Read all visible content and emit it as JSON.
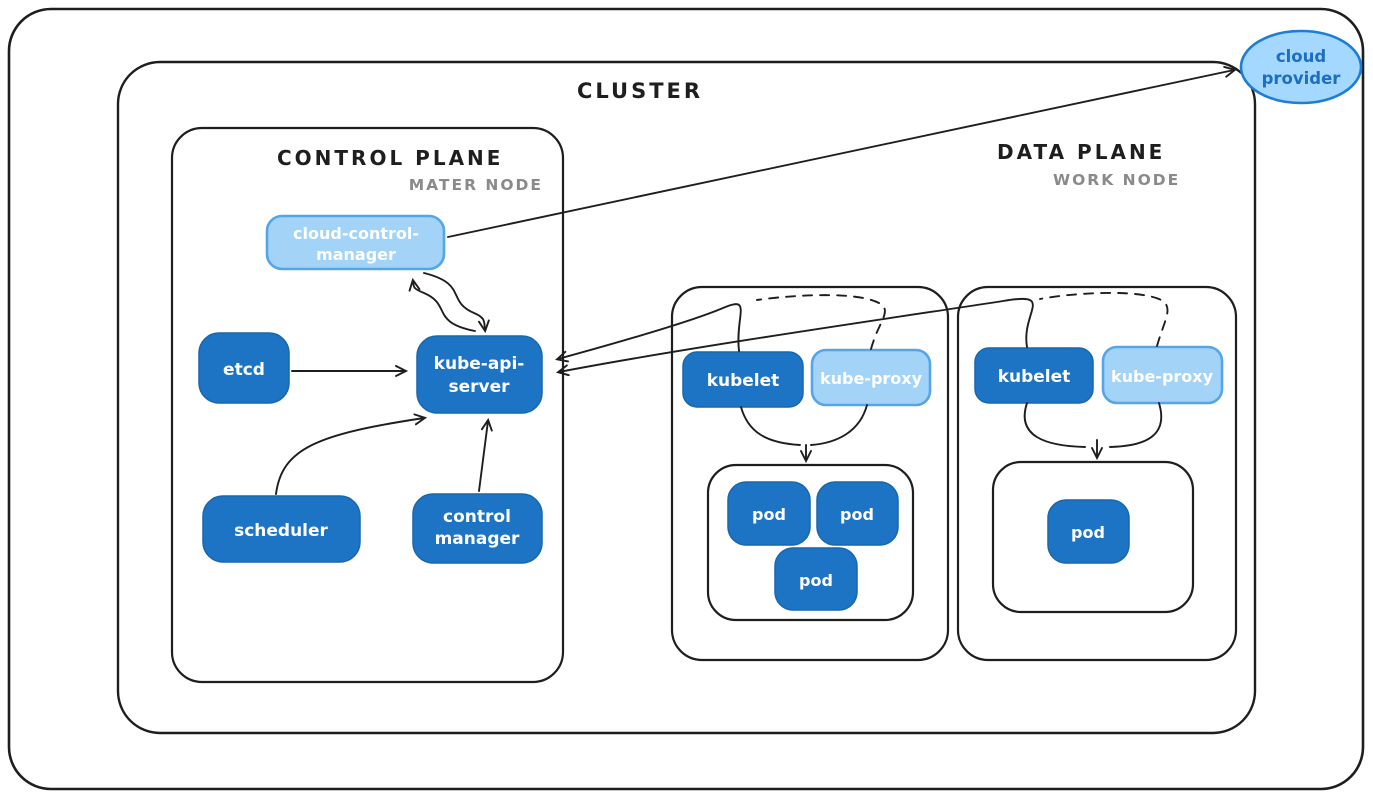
{
  "diagram": {
    "type": "kubernetes-architecture-sketch",
    "cluster_label": "CLUSTER",
    "control_plane": {
      "title": "CONTROL PLANE",
      "subtitle": "MATER NODE",
      "components": {
        "cloud_control_manager": {
          "line1": "cloud-control-",
          "line2": "manager"
        },
        "etcd": "etcd",
        "kube_api_server": {
          "line1": "kube-api-",
          "line2": "server"
        },
        "scheduler": "scheduler",
        "control_manager": {
          "line1": "control",
          "line2": "manager"
        }
      }
    },
    "data_plane": {
      "title": "DATA PLANE",
      "subtitle": "WORK NODE",
      "kubelet": "kubelet",
      "kube_proxy": "kube-proxy",
      "pod": "pod",
      "node1_pod_count": 3,
      "node2_pod_count": 1
    },
    "cloud_provider": {
      "line1": "cloud",
      "line2": "provider"
    },
    "colors": {
      "ink": "#1e1e1e",
      "muted_gray": "#8a8a8a",
      "dark_blue_fill": "#1d74c4",
      "light_blue_fill": "#a3d4f8",
      "light_blue_border": "#55a5e9",
      "cloud_fill": "#a5d8ff",
      "cloud_border": "#1c7ed6",
      "cloud_text": "#1b6ec2",
      "white_text": "#ffffff"
    }
  }
}
